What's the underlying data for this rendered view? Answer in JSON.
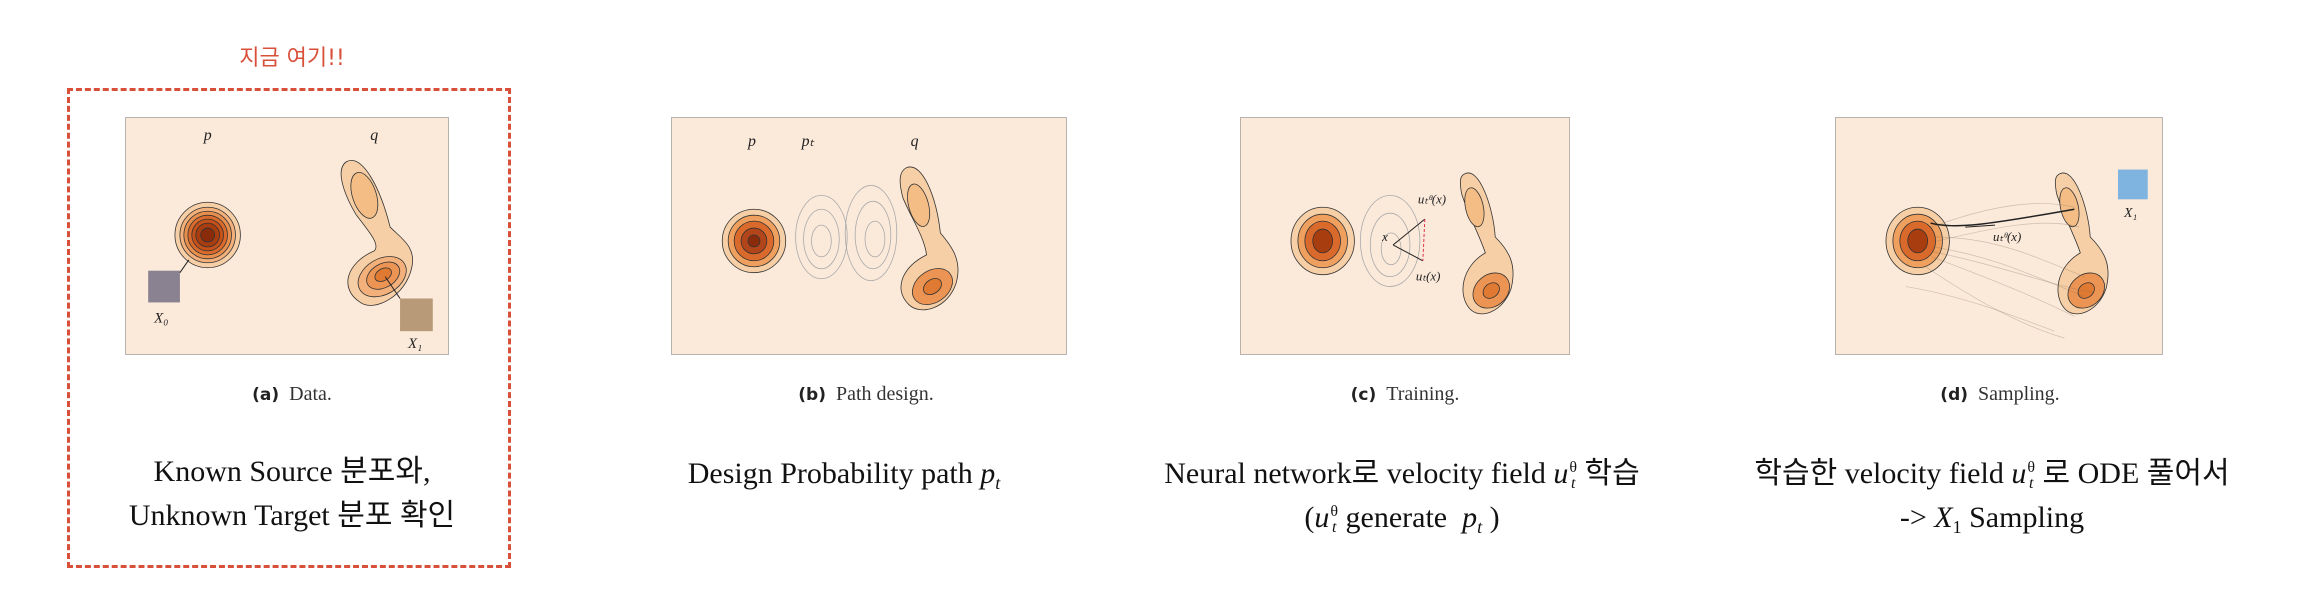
{
  "highlight": {
    "label": "지금 여기!!",
    "color": "#d9503a"
  },
  "panels": [
    {
      "id": "a",
      "letter": "(a)",
      "caption": "Data.",
      "labels": {
        "p": "p",
        "q": "q",
        "x0": "X₀",
        "x1": "X₁"
      },
      "description": [
        "Known Source 분포와,",
        "Unknown Target 분포 확인"
      ]
    },
    {
      "id": "b",
      "letter": "(b)",
      "caption": "Path design.",
      "labels": {
        "p": "p",
        "pt": "pₜ",
        "q": "q"
      },
      "description": [
        "Design Probability path",
        "p",
        "t"
      ]
    },
    {
      "id": "c",
      "letter": "(c)",
      "caption": "Training.",
      "labels": {
        "utheta": "uₜᶿ(x)",
        "ut": "uₜ(x)",
        "x": "x"
      },
      "description": {
        "line1_pre": "Neural network로 velocity field",
        "u": "u",
        "sup": "θ",
        "sub": "t",
        "line1_post": "학습",
        "line2_open": "(",
        "line2_mid": "generate",
        "p": "p",
        "line2_close": ")"
      }
    },
    {
      "id": "d",
      "letter": "(d)",
      "caption": "Sampling.",
      "labels": {
        "utheta": "uₜᶿ(x)",
        "x1": "X₁"
      },
      "description": {
        "line1_pre": "학습한 velocity field",
        "u": "u",
        "sup": "θ",
        "sub": "t",
        "line1_post": "로 ODE 풀어서",
        "line2_pre": "->",
        "X": "X",
        "xsub": "1",
        "line2_post": "Sampling"
      }
    }
  ],
  "colors": {
    "panel_bg": "#fbe9da",
    "dark": "#8a2c0c",
    "mid": "#e07a32",
    "light": "#f4c08e"
  }
}
